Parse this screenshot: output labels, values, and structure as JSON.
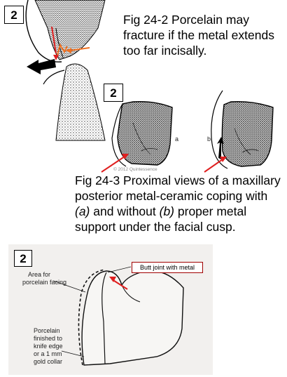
{
  "figure1": {
    "number": "2",
    "caption": "Fig 24-2  Porcelain may fracture if the metal extends too far incisally."
  },
  "figure2": {
    "number": "2",
    "label_a": "a",
    "label_b": "b",
    "copyright": "© 2012 Quintessence",
    "caption_lead": "Fig 24-3  Proximal views of a maxillary posterior metal-ceramic coping with ",
    "caption_a": "(a)",
    "caption_mid": " and without ",
    "caption_b": "(b)",
    "caption_tail": " proper metal support under the facial cusp."
  },
  "figure3": {
    "number": "2",
    "butt_joint_label": "Butt joint with metal",
    "label_area_1": "Area for",
    "label_area_2": "porcelain facing",
    "label_porc_1": "Porcelain",
    "label_porc_2": "finished to",
    "label_porc_3": "knife edge",
    "label_porc_4": "or a 1 mm",
    "label_porc_5": "gold collar"
  },
  "colors": {
    "arrow_red": "#e02020",
    "arrow_orange": "#f07020",
    "label_box_border": "#a00000",
    "photo_bg": "#f2f0ee"
  }
}
